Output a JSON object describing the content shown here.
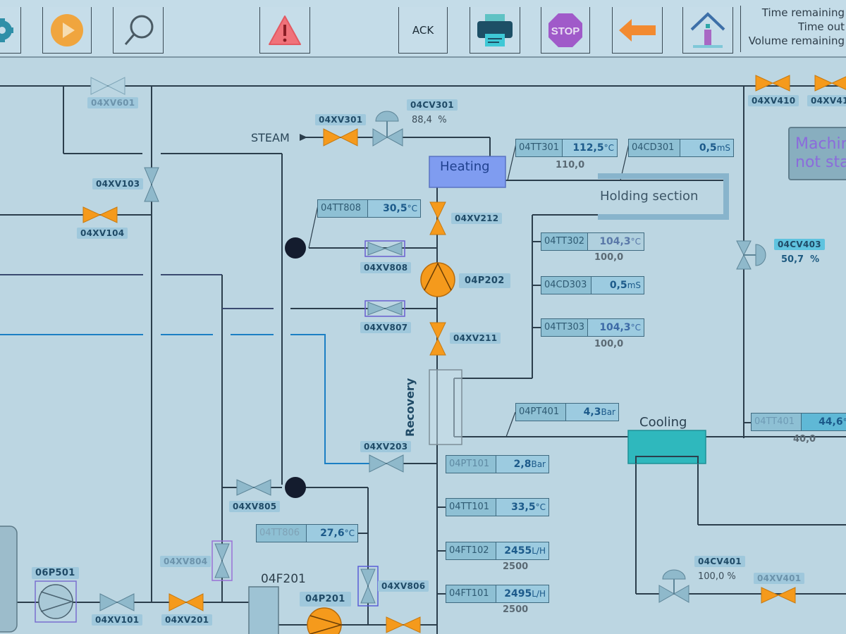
{
  "toolbar": {
    "buttons": [
      {
        "id": "settings",
        "icon": "gear-icon"
      },
      {
        "id": "start",
        "icon": "play-icon"
      },
      {
        "id": "zoom",
        "icon": "magnifier-icon"
      },
      {
        "id": "alarm",
        "icon": "warning-icon"
      },
      {
        "id": "ack",
        "label": "ACK"
      },
      {
        "id": "print",
        "icon": "printer-icon"
      },
      {
        "id": "stop",
        "icon": "stop-icon",
        "label": "STOP"
      },
      {
        "id": "back",
        "icon": "arrow-left-icon"
      },
      {
        "id": "home",
        "icon": "home-icon"
      }
    ],
    "ack_label": "ACK",
    "stop_label": "STOP",
    "status": {
      "time_remaining": "Time remaining",
      "time_out": "Time out",
      "volume_remaining": "Volume remaining"
    }
  },
  "colors": {
    "background": "#bcd6e2",
    "valve_open": "#f59a1c",
    "valve_closed": "#8fb9cb",
    "pipe": "#2b3e4c",
    "pipe_water": "#1b7fc4",
    "heating": "#7f9cf0",
    "cooling": "#2fb8bd"
  },
  "labels": {
    "steam": "STEAM",
    "heating": "Heating",
    "holding_section": "Holding section",
    "recovery": "Recovery",
    "cooling": "Cooling",
    "tank_04F201": "04F201",
    "machine_status_line1": "Machine",
    "machine_status_line2": "not started"
  },
  "valves": {
    "04XV601": "04XV601",
    "04XV103": "04XV103",
    "04XV104": "04XV104",
    "04XV301": "04XV301",
    "04XV212": "04XV212",
    "04XV808": "04XV808",
    "04XV807": "04XV807",
    "04XV211": "04XV211",
    "04XV203": "04XV203",
    "04XV805": "04XV805",
    "04XV804": "04XV804",
    "04XV806": "04XV806",
    "04XV101": "04XV101",
    "04XV201": "04XV201",
    "04XV410": "04XV410",
    "04XV411": "04XV41",
    "04XV401": "04XV401"
  },
  "pumps": {
    "04P202": "04P202",
    "04P201": "04P201",
    "06P501": "06P501"
  },
  "control_valves": [
    {
      "tag": "04CV301",
      "value": "88,4",
      "unit": "%"
    },
    {
      "tag": "04CV403",
      "value": "50,7",
      "unit": "%"
    },
    {
      "tag": "04CV401",
      "value": "100,0",
      "unit": "%"
    }
  ],
  "measurements": {
    "TT301": {
      "tag": "04TT301",
      "value": "112,5",
      "unit": "°C",
      "setpoint": "110,0"
    },
    "CD301": {
      "tag": "04CD301",
      "value": "0,5",
      "unit": "mS"
    },
    "TT808": {
      "tag": "04TT808",
      "value": "30,5",
      "unit": "°C"
    },
    "TT302": {
      "tag": "04TT302",
      "value": "104,3",
      "unit": "°C",
      "setpoint": "100,0"
    },
    "CD303": {
      "tag": "04CD303",
      "value": "0,5",
      "unit": "mS"
    },
    "TT303": {
      "tag": "04TT303",
      "value": "104,3",
      "unit": "°C",
      "setpoint": "100,0"
    },
    "PT401": {
      "tag": "04PT401",
      "value": "4,3",
      "unit": "Bar"
    },
    "TT401": {
      "tag": "04TT401",
      "value": "44,6",
      "unit": "°C",
      "setpoint": "40,0"
    },
    "PT101": {
      "tag": "04PT101",
      "value": "2,8",
      "unit": "Bar"
    },
    "TT101": {
      "tag": "04TT101",
      "value": "33,5",
      "unit": "°C"
    },
    "TT806": {
      "tag": "04TT806",
      "value": "27,6",
      "unit": "°C"
    },
    "FT102": {
      "tag": "04FT102",
      "value": "2455",
      "unit": "L/H",
      "setpoint": "2500"
    },
    "FT101": {
      "tag": "04FT101",
      "value": "2495",
      "unit": "L/H",
      "setpoint": "2500"
    }
  }
}
